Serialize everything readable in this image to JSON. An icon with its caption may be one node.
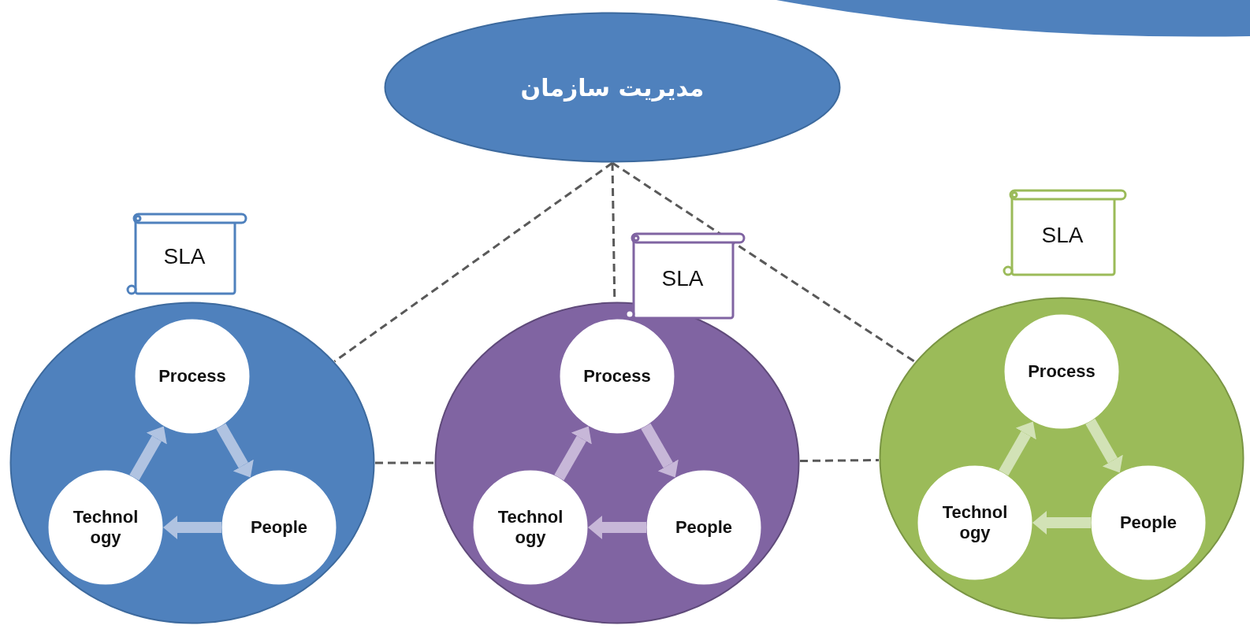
{
  "diagram": {
    "nodes": [
      {
        "text": [
          "مدیریت سازمان"
        ]
      },
      {
        "text": [
          "SLA"
        ]
      },
      {
        "text": [],
        "shape": "circle"
      },
      {
        "text": [
          "Process"
        ],
        "in": 2
      },
      {
        "text": [
          "Technology"
        ],
        "in": 2
      },
      {
        "text": [
          "People"
        ],
        "in": 2
      },
      {
        "text": [
          "SLA"
        ]
      },
      {
        "text": [],
        "shape": "circle"
      },
      {
        "text": [
          "Process"
        ],
        "in": 7
      },
      {
        "text": [
          "Technology"
        ],
        "in": 7
      },
      {
        "text": [
          "People"
        ],
        "in": 7
      },
      {
        "text": [
          "SLA"
        ]
      },
      {
        "text": [],
        "shape": "circle"
      },
      {
        "text": [
          "Process"
        ],
        "in": 12
      },
      {
        "text": [
          "Technology"
        ],
        "in": 12
      },
      {
        "text": [
          "People"
        ],
        "in": 12
      }
    ],
    "edges": [
      {
        "from": 0,
        "to": 2,
        "arrow": "none",
        "style": "dashed",
        "color": "#595959"
      },
      {
        "from": 0,
        "to": 7,
        "arrow": "none",
        "style": "dashed",
        "color": "#595959"
      },
      {
        "from": 0,
        "to": 12,
        "arrow": "none",
        "style": "dashed",
        "color": "#595959"
      },
      {
        "from": 2,
        "to": 7,
        "arrow": "none",
        "style": "dashed",
        "color": "#595959"
      },
      {
        "from": 7,
        "to": 12,
        "arrow": "none",
        "style": "dashed",
        "color": "#595959"
      },
      {
        "from": 3,
        "to": 5,
        "arrow": "to",
        "color": "#b0c3e1"
      },
      {
        "from": 5,
        "to": 4,
        "arrow": "to",
        "color": "#b0c3e1"
      },
      {
        "from": 4,
        "to": 3,
        "arrow": "to",
        "color": "#b0c3e1"
      },
      {
        "from": 8,
        "to": 10,
        "arrow": "to",
        "color": "#c7b7d8"
      },
      {
        "from": 10,
        "to": 9,
        "arrow": "to",
        "color": "#c7b7d8"
      },
      {
        "from": 9,
        "to": 8,
        "arrow": "to",
        "color": "#c7b7d8"
      },
      {
        "from": 13,
        "to": 15,
        "arrow": "to",
        "color": "#d2e2b6"
      },
      {
        "from": 15,
        "to": 14,
        "arrow": "to",
        "color": "#d2e2b6"
      },
      {
        "from": 14,
        "to": 13,
        "arrow": "to",
        "color": "#d2e2b6"
      }
    ]
  }
}
